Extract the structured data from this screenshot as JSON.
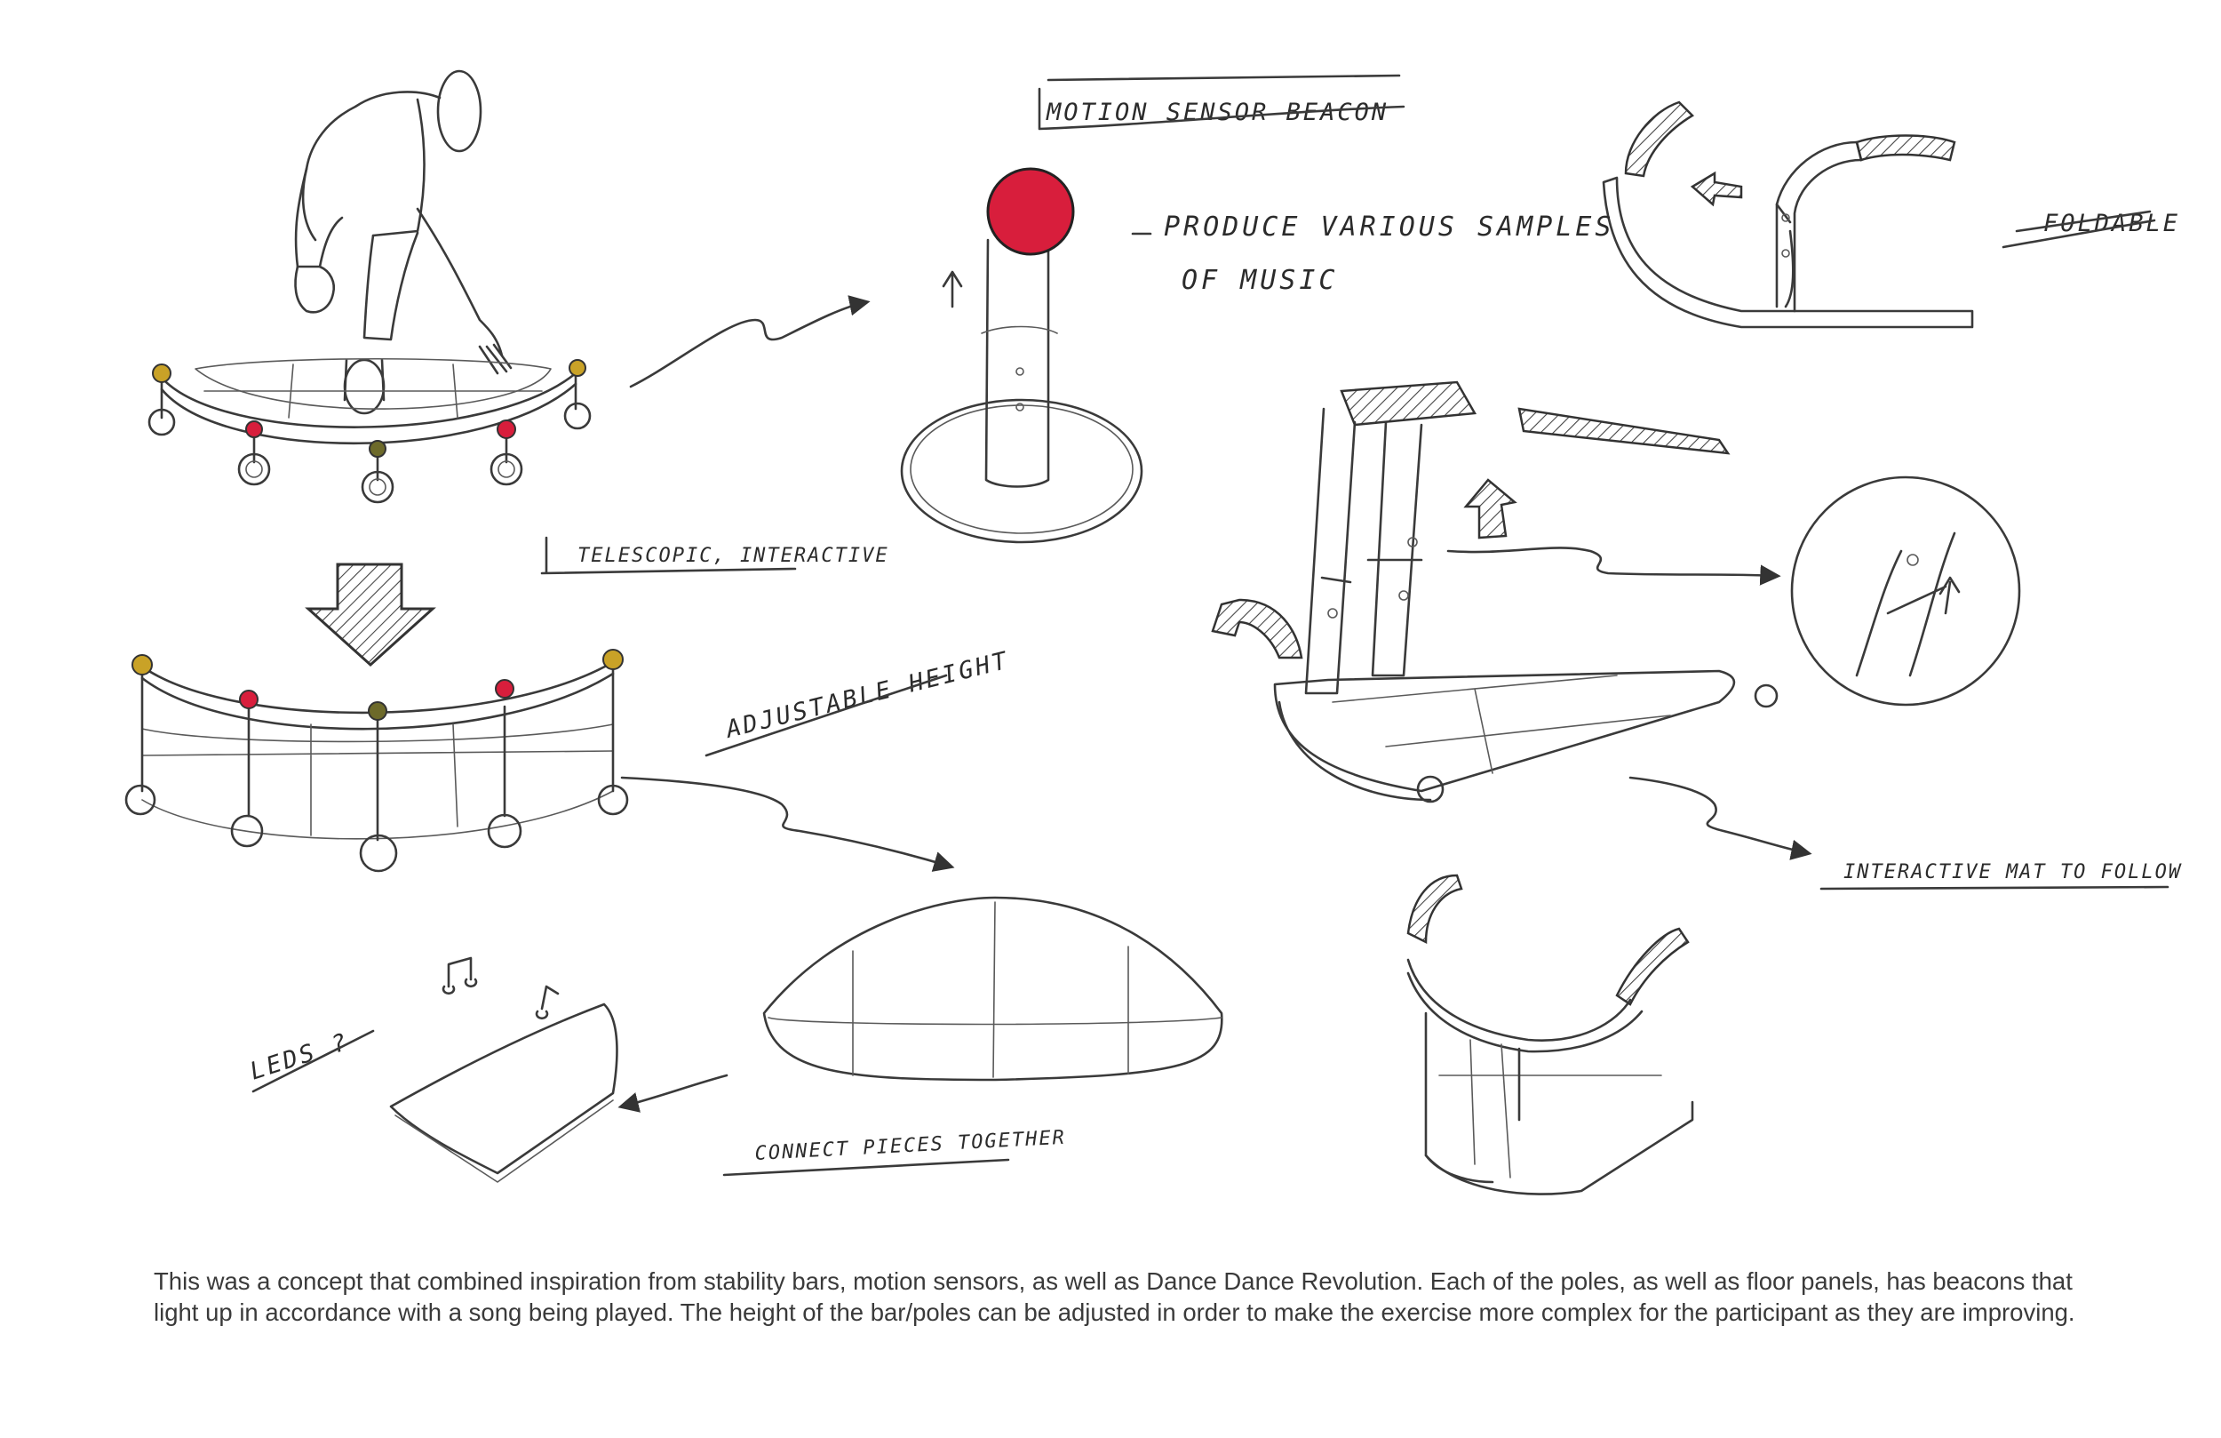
{
  "labels": {
    "motion_sensor_beacon": "MOTION SENSOR BEACON",
    "produce_various_1": "PRODUCE VARIOUS SAMPLES",
    "produce_various_2": "OF MUSIC",
    "foldable": "FOLDABLE",
    "telescopic": "TELESCOPIC, INTERACTIVE",
    "adjustable_height": "ADJUSTABLE HEIGHT",
    "leds": "LEDS ?",
    "connect_pieces": "CONNECT PIECES TOGETHER",
    "interactive_mat": "INTERACTIVE MAT TO FOLLOW"
  },
  "colors": {
    "beacon_red": "#d81e3c",
    "beacon_yellow": "#c9a227",
    "beacon_olive": "#6d6a2a",
    "ink": "#3a3a3a"
  },
  "caption": "This was a concept that combined inspiration from stability bars, motion sensors, as well as Dance Dance Revolution. Each of the poles, as well as floor panels, has beacons that light up in accordance with a song being played. The height of the bar/poles can be adjusted in order to make the exercise more complex for the participant as they are improving."
}
